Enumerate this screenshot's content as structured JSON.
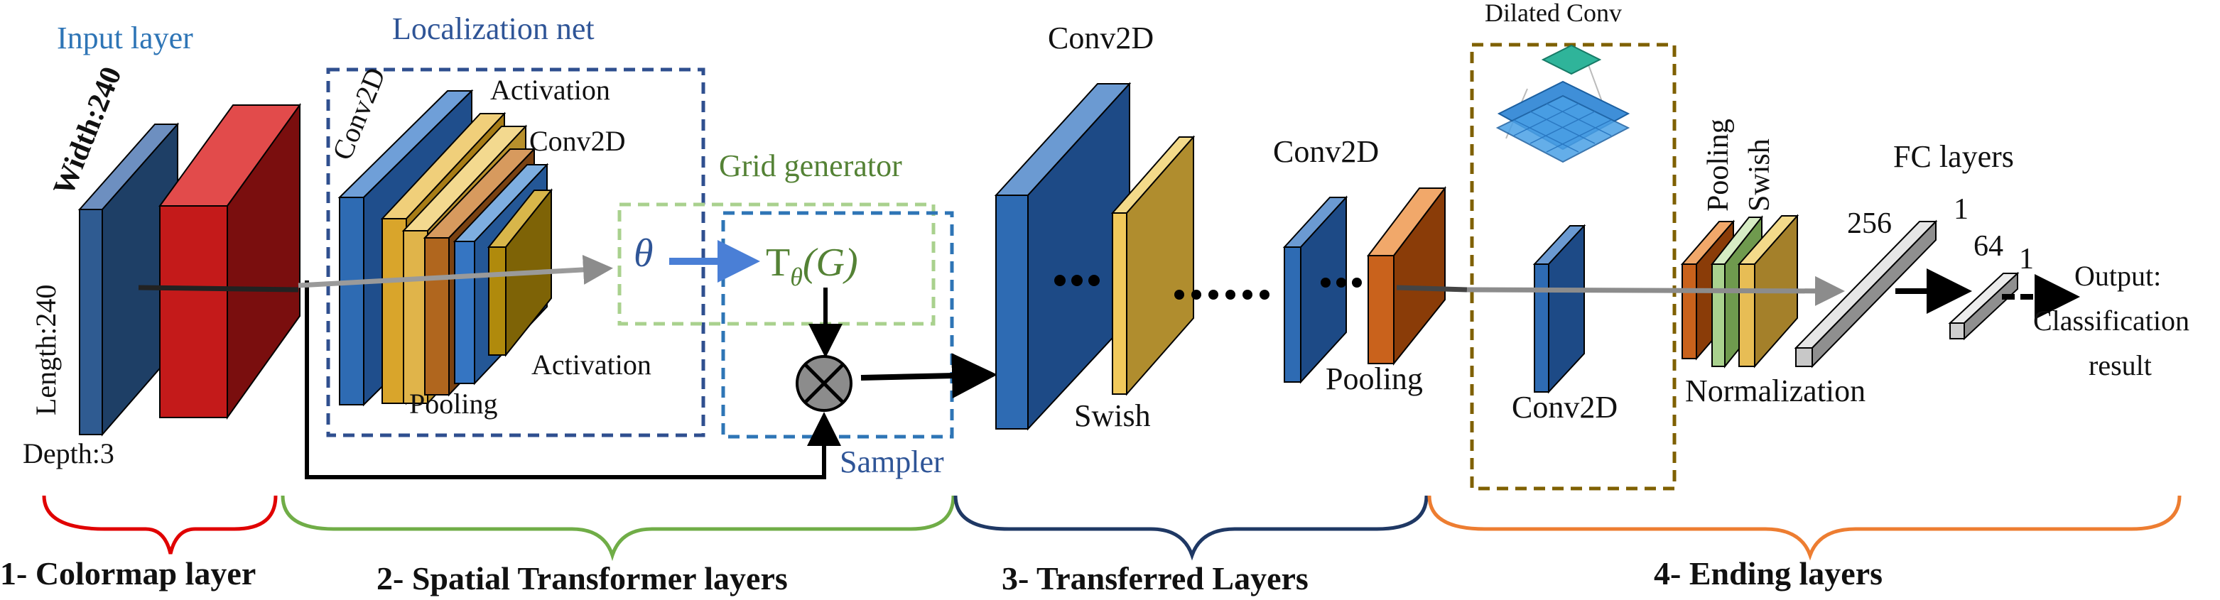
{
  "input": {
    "title": "Input layer",
    "width": "Width:240",
    "length": "Length:240",
    "depth": "Depth:3"
  },
  "localization": {
    "title": "Localization net",
    "conv2d_a": "Conv2D",
    "activation_a": "Activation",
    "conv2d_b": "Conv2D",
    "activation_b": "Activation",
    "pooling": "Pooling"
  },
  "grid": {
    "title": "Grid generator",
    "theta": "θ",
    "transform_base": "T",
    "transform_sub": "θ",
    "transform_arg": "(G)",
    "sampler": "Sampler"
  },
  "transferred": {
    "conv2d_a": "Conv2D",
    "swish": "Swish",
    "conv2d_b": "Conv2D",
    "pooling": "Pooling"
  },
  "ending": {
    "dilated_title": "Dilated Conv",
    "conv2d": "Conv2D",
    "pooling": "Pooling",
    "swish": "Swish",
    "normalization": "Normalization",
    "fc_title": "FC layers",
    "fc_256": "256",
    "fc_1a": "1",
    "fc_64": "64",
    "fc_1b": "1",
    "output_1": "Output:",
    "output_2": "Classification",
    "output_3": "result"
  },
  "stages": {
    "s1": "1- Colormap layer",
    "s2": "2- Spatial Transformer layers",
    "s3": "3- Transferred Layers",
    "s4": "4- Ending layers"
  },
  "colors": {
    "blue": "#2e6bb3",
    "red": "#c01818",
    "gold": "#d4a536",
    "brown": "#b0661e",
    "orange": "#e87722",
    "green_light": "#a9d18e",
    "brace_red": "#e00000",
    "brace_green": "#70ad47",
    "brace_navy": "#1f3864",
    "brace_orange": "#ed7d31"
  }
}
